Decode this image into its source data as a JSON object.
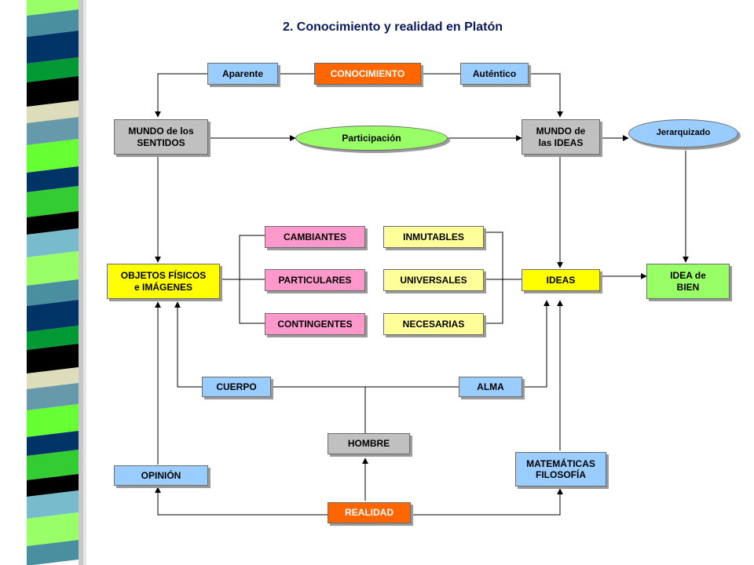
{
  "title": "2. Conocimiento y realidad en Platón",
  "nodes": {
    "aparente": "Aparente",
    "conocimiento": "CONOCIMIENTO",
    "autentico": "Auténtico",
    "mundo_sentidos": "MUNDO de los\nSENTIDOS",
    "participacion": "Participación",
    "mundo_ideas": "MUNDO de\nlas IDEAS",
    "jerarquizado": "Jerarquizado",
    "cambiantes": "CAMBIANTES",
    "inmutables": "INMUTABLES",
    "objetos": "OBJETOS FÍSICOS\ne IMÁGENES",
    "particulares": "PARTICULARES",
    "universales": "UNIVERSALES",
    "ideas": "IDEAS",
    "idea_bien": "IDEA de\nBIEN",
    "contingentes": "CONTINGENTES",
    "necesarias": "NECESARIAS",
    "cuerpo": "CUERPO",
    "alma": "ALMA",
    "hombre": "HOMBRE",
    "matematicas": "MATEMÁTICAS\nFILOSOFÍA",
    "opinion": "OPINIÓN",
    "realidad": "REALIDAD"
  },
  "colors": {
    "light_blue": "#99ccff",
    "orange": "#ff6600",
    "gray": "#c0c0c0",
    "light_green": "#99ff66",
    "pink": "#ff99cc",
    "pale_yellow": "#ffff99",
    "yellow": "#ffff00",
    "green": "#99ff66",
    "title": "#0a1a5c"
  }
}
